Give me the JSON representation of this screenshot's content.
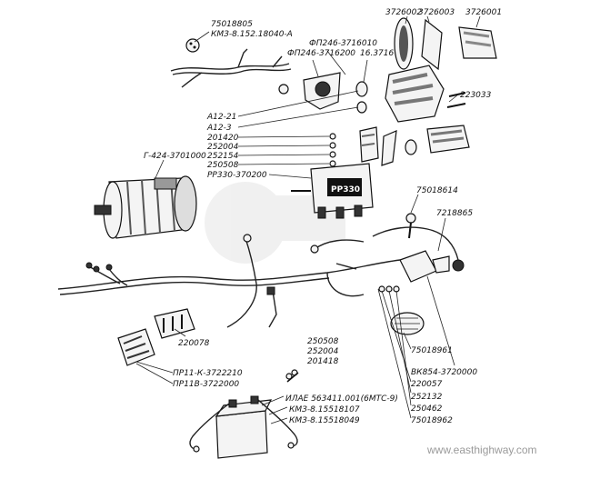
{
  "labels": {
    "l75018805": "75018805",
    "lkmz_a": "КМЗ-8.152.18040-А",
    "l3726002": "3726002",
    "l3726003": "3726003",
    "l3726001": "3726001",
    "lfp246_3716010": "ФП246-3716010",
    "lfp246_3716200": "ФП246-3716200",
    "l16_3716": "16.3716",
    "l223033": "223033",
    "la12_21": "А12-21",
    "la12_3": "А12-3",
    "l201420": "201420",
    "l252004a": "252004",
    "l252154": "252154",
    "l250508a": "250508",
    "lpp330_370200": "РР330-370200",
    "lg424": "Г-424-3701000",
    "l75018614": "75018614",
    "l7218865": "7218865",
    "lpp330_body": "РР330",
    "l220078": "220078",
    "lpr11k": "ПР11-К-3722210",
    "lpr11v": "ПР11В-3722000",
    "l250508b": "250508",
    "l252004b": "252004",
    "l201418": "201418",
    "l75018961": "75018961",
    "lvk854": "ВК854-3720000",
    "l220057": "220057",
    "l252132": "252132",
    "l250462": "250462",
    "l75018962": "75018962",
    "lilae": "ИЛАЕ 563411.001(6МТС-9)",
    "lkmz107": "КМЗ-8.15518107",
    "lkmz049": "КМЗ-8.15518049",
    "watermark": "www.easthighway.com"
  }
}
